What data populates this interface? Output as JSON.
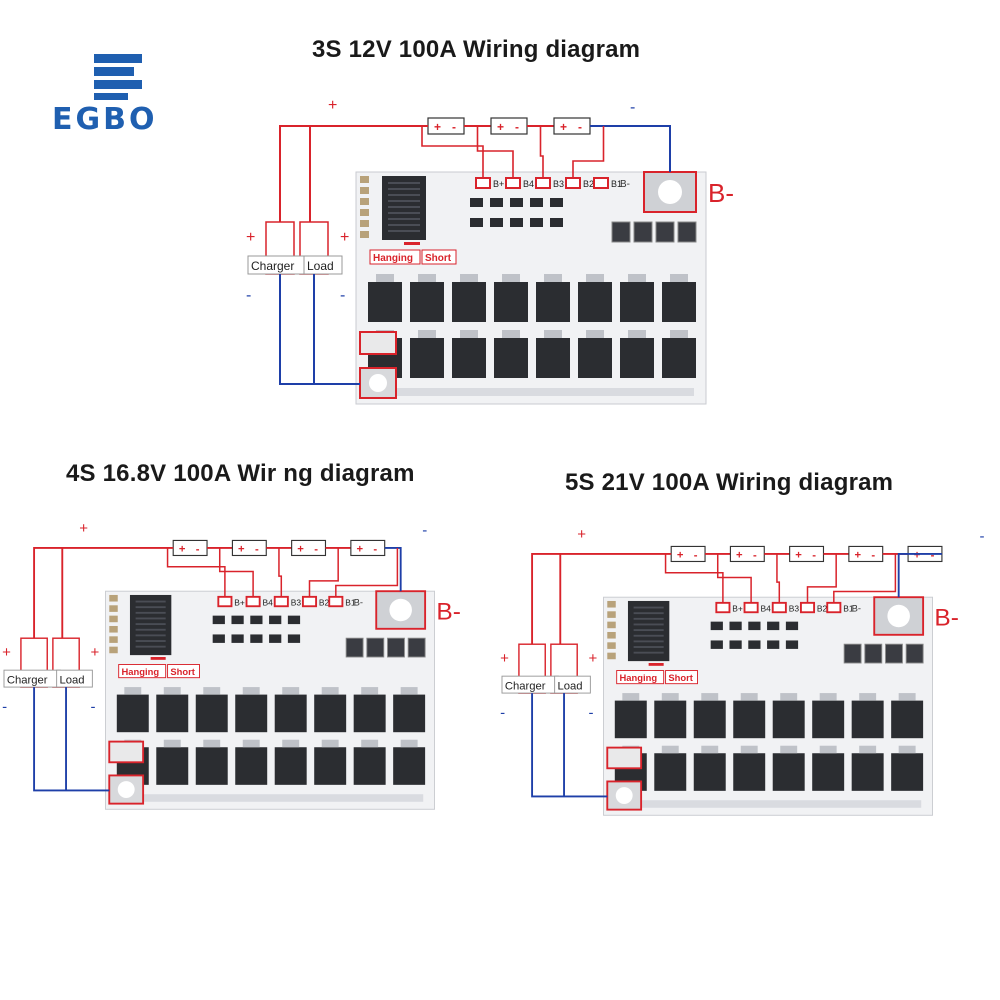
{
  "brand": {
    "logo_text": "EGBO",
    "logo_color": "#1f5fb0"
  },
  "colors": {
    "wire_positive": "#d9232b",
    "wire_negative": "#1e3fa8",
    "board": "#f1f2f4",
    "component": "#2b2d31"
  },
  "diagrams": [
    {
      "title": "3S 12V 100A Wiring diagram",
      "cells": 3,
      "charger_label": "Charger",
      "load_label": "Load",
      "plus_sign": "+",
      "minus_sign": "-",
      "cell_plus": "+",
      "cell_minus": "-",
      "b_minus_big": "B-",
      "b_minus_small": "B-",
      "hanging_label": "Hanging",
      "short_label": "Short",
      "tap_labels": [
        "B+",
        "B4",
        "B3",
        "B2",
        "B1"
      ]
    },
    {
      "title": "4S 16.8V 100A Wir ng diagram",
      "cells": 4,
      "charger_label": "Charger",
      "load_label": "Load",
      "plus_sign": "+",
      "minus_sign": "-",
      "cell_plus": "+",
      "cell_minus": "-",
      "b_minus_big": "B-",
      "b_minus_small": "B-",
      "hanging_label": "Hanging",
      "short_label": "Short",
      "tap_labels": [
        "B+",
        "B4",
        "B3",
        "B2",
        "B1"
      ]
    },
    {
      "title": "5S 21V 100A Wiring diagram",
      "cells": 5,
      "charger_label": "Charger",
      "load_label": "Load",
      "plus_sign": "+",
      "minus_sign": "-",
      "cell_plus": "+",
      "cell_minus": "-",
      "b_minus_big": "B-",
      "b_minus_small": "B-",
      "hanging_label": "Hanging",
      "short_label": "Short",
      "tap_labels": [
        "B+",
        "B4",
        "B3",
        "B2",
        "B1"
      ]
    }
  ]
}
